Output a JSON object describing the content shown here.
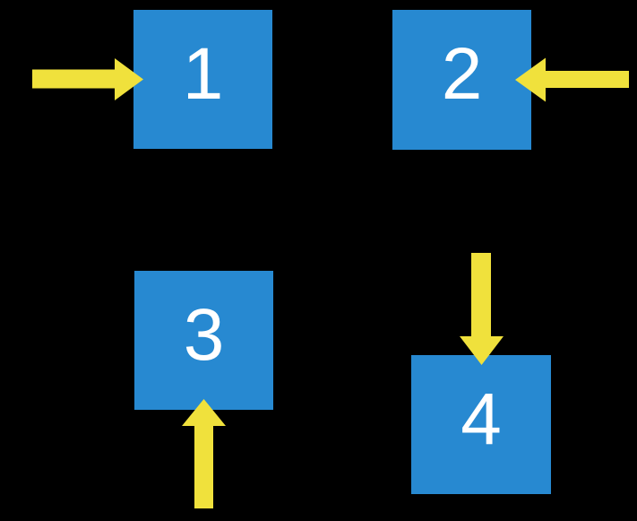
{
  "boxes": [
    {
      "label": "1"
    },
    {
      "label": "2"
    },
    {
      "label": "3"
    },
    {
      "label": "4"
    }
  ],
  "arrows": [
    {
      "icon": "arrow-right-icon",
      "points_at_box": "1",
      "direction": "right"
    },
    {
      "icon": "arrow-left-icon",
      "points_at_box": "2",
      "direction": "left"
    },
    {
      "icon": "arrow-up-icon",
      "points_at_box": "3",
      "direction": "up"
    },
    {
      "icon": "arrow-down-icon",
      "points_at_box": "4",
      "direction": "down"
    }
  ],
  "colors": {
    "background": "#000000",
    "box_fill": "#2789D1",
    "arrow_fill": "#F0E13C",
    "label_text": "#FFFFFF"
  }
}
